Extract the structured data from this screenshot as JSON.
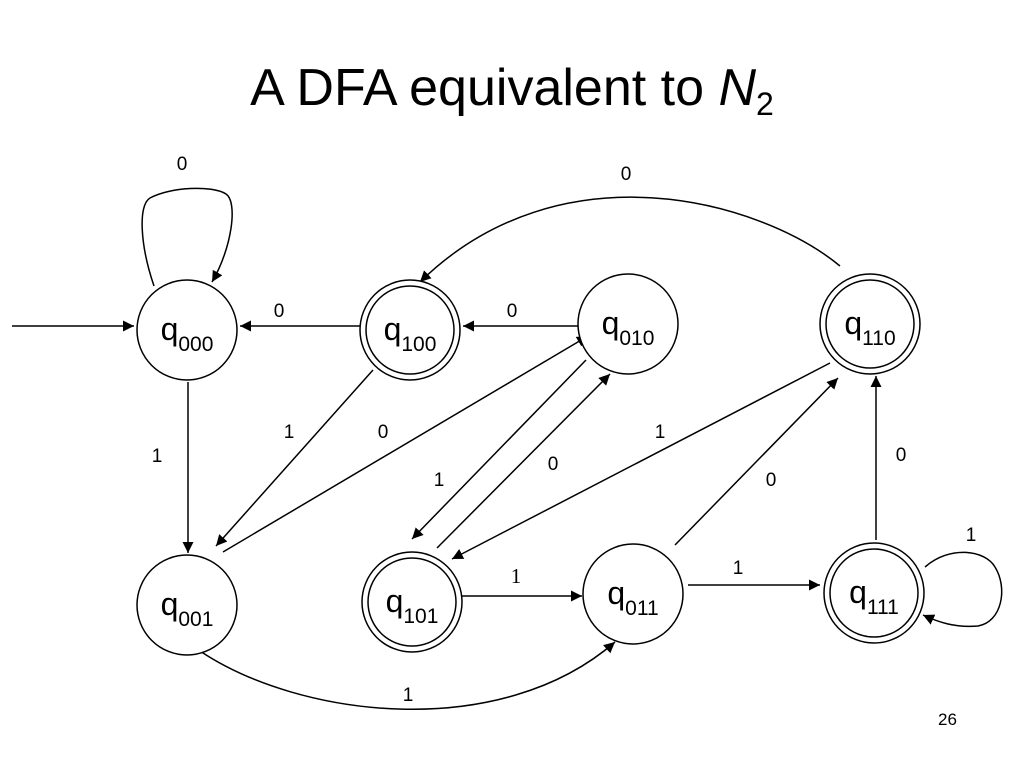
{
  "slide": {
    "title_prefix": "A DFA equivalent to ",
    "title_var": "N",
    "title_sub": "2",
    "page_number": "26"
  },
  "states": [
    {
      "id": "q000",
      "name": "q",
      "index": "000",
      "accepting": false,
      "start": true
    },
    {
      "id": "q100",
      "name": "q",
      "index": "100",
      "accepting": true,
      "start": false
    },
    {
      "id": "q010",
      "name": "q",
      "index": "010",
      "accepting": false,
      "start": false
    },
    {
      "id": "q110",
      "name": "q",
      "index": "110",
      "accepting": true,
      "start": false
    },
    {
      "id": "q001",
      "name": "q",
      "index": "001",
      "accepting": false,
      "start": false
    },
    {
      "id": "q101",
      "name": "q",
      "index": "101",
      "accepting": true,
      "start": false
    },
    {
      "id": "q011",
      "name": "q",
      "index": "011",
      "accepting": false,
      "start": false
    },
    {
      "id": "q111",
      "name": "q",
      "index": "111",
      "accepting": true,
      "start": false
    }
  ],
  "transitions": [
    {
      "from": "q000",
      "to": "q000",
      "symbol": "0"
    },
    {
      "from": "q000",
      "to": "q001",
      "symbol": "1"
    },
    {
      "from": "q100",
      "to": "q000",
      "symbol": "0"
    },
    {
      "from": "q100",
      "to": "q001",
      "symbol": "1"
    },
    {
      "from": "q010",
      "to": "q100",
      "symbol": "0"
    },
    {
      "from": "q010",
      "to": "q101",
      "symbol": "1"
    },
    {
      "from": "q110",
      "to": "q100",
      "symbol": "0"
    },
    {
      "from": "q110",
      "to": "q101",
      "symbol": "1"
    },
    {
      "from": "q001",
      "to": "q010",
      "symbol": "0"
    },
    {
      "from": "q001",
      "to": "q011",
      "symbol": "1"
    },
    {
      "from": "q101",
      "to": "q010",
      "symbol": "0"
    },
    {
      "from": "q101",
      "to": "q011",
      "symbol": "1"
    },
    {
      "from": "q011",
      "to": "q110",
      "symbol": "0"
    },
    {
      "from": "q011",
      "to": "q111",
      "symbol": "1"
    },
    {
      "from": "q111",
      "to": "q110",
      "symbol": "0"
    },
    {
      "from": "q111",
      "to": "q111",
      "symbol": "1"
    }
  ]
}
